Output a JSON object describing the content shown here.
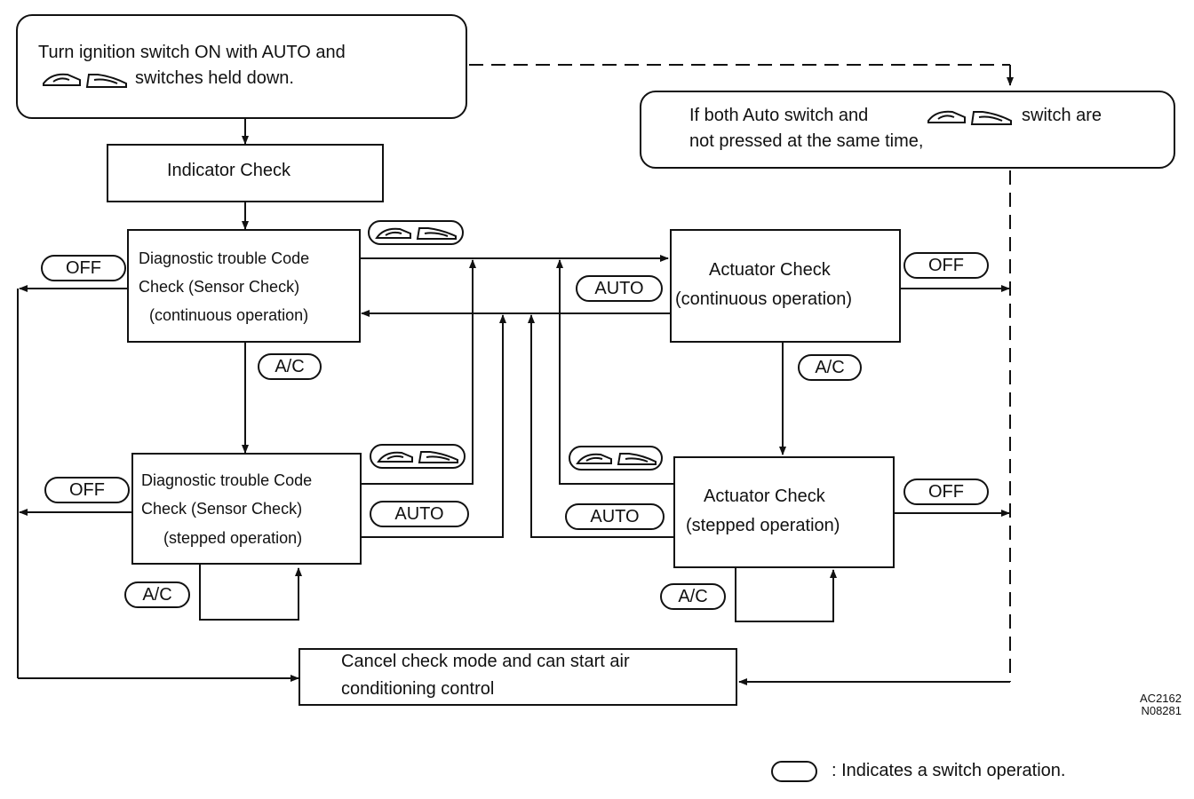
{
  "start": {
    "line1": "Turn ignition switch ON with AUTO and",
    "line2": "switches held down.",
    "switch_icon": "defroster-switch-icons"
  },
  "note": {
    "line1_a": "If both Auto switch and",
    "line1_b": "switch are",
    "line2": "not pressed at the same time,",
    "switch_icon": "defroster-switch-icons"
  },
  "indicator": {
    "label": "Indicator Check"
  },
  "dtc_continuous": {
    "line1": "Diagnostic trouble Code",
    "line2": "Check (Sensor Check)",
    "line3": "(continuous operation)"
  },
  "dtc_stepped": {
    "line1": "Diagnostic trouble Code",
    "line2": "Check (Sensor Check)",
    "line3": "(stepped operation)"
  },
  "act_continuous": {
    "line1": "Actuator Check",
    "line2": "(continuous operation)"
  },
  "act_stepped": {
    "line1": "Actuator Check",
    "line2": "(stepped operation)"
  },
  "cancel": {
    "line1": "Cancel check mode and can start air",
    "line2": "conditioning control"
  },
  "switches": {
    "off": "OFF",
    "auto": "AUTO",
    "ac": "A/C"
  },
  "reference": {
    "line1": "AC2162",
    "line2": "N08281"
  },
  "legend": {
    "text": ":  Indicates a switch operation."
  }
}
